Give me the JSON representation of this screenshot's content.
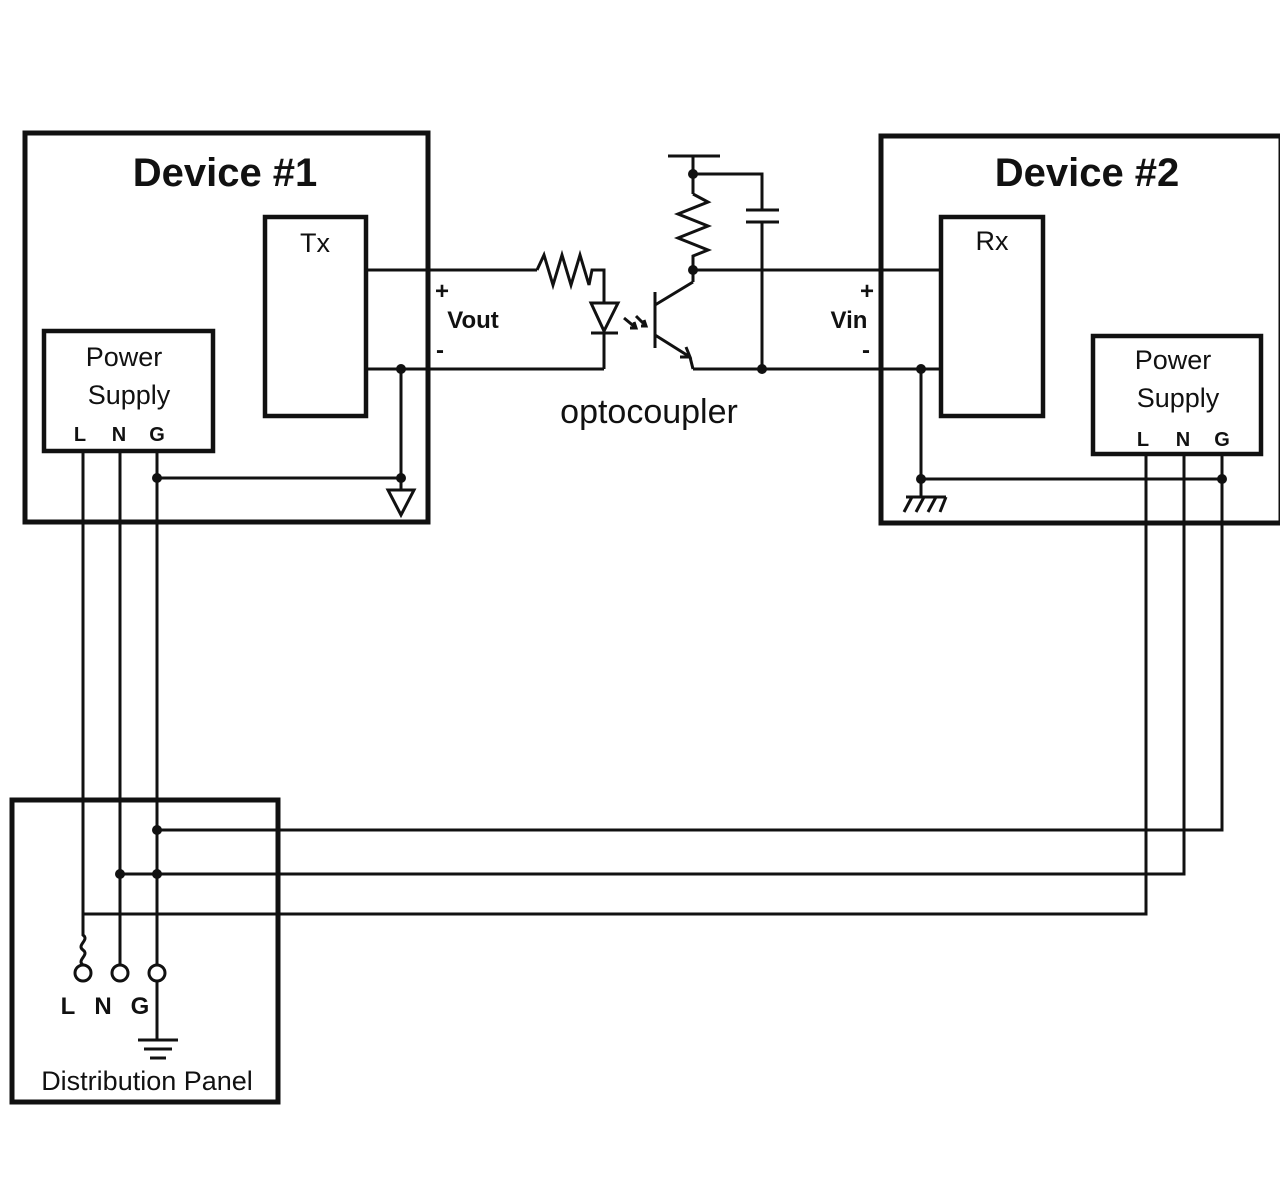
{
  "device1": {
    "title": "Device #1",
    "tx_label": "Tx",
    "power_supply": {
      "line1": "Power",
      "line2": "Supply",
      "L": "L",
      "N": "N",
      "G": "G"
    }
  },
  "device2": {
    "title": "Device #2",
    "rx_label": "Rx",
    "power_supply": {
      "line1": "Power",
      "line2": "Supply",
      "L": "L",
      "N": "N",
      "G": "G"
    }
  },
  "vout": {
    "plus": "+",
    "label": "Vout",
    "minus": "-"
  },
  "vin": {
    "plus": "+",
    "label": "Vin",
    "minus": "-"
  },
  "optocoupler_label": "optocoupler",
  "panel": {
    "title": "Distribution Panel",
    "L": "L",
    "N": "N",
    "G": "G"
  }
}
